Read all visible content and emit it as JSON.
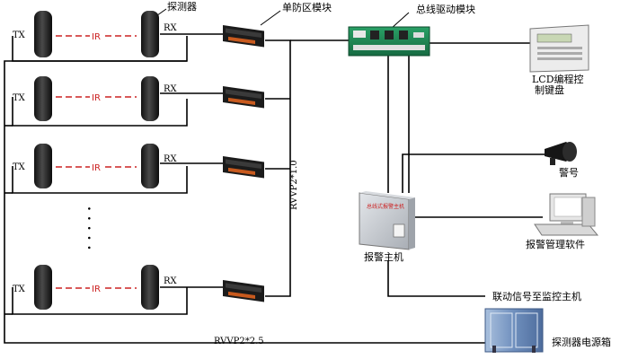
{
  "labels": {
    "detector": "探测器",
    "single_zone_module": "单防区模块",
    "bus_driver_module": "总线驱动模块",
    "lcd_keyboard": [
      "LCD编程控",
      "制键盘"
    ],
    "alarm_horn": "警号",
    "alarm_software": "报警管理软件",
    "alarm_host": "报警主机",
    "linkage_signal": "联动信号至监控主机",
    "detector_power_box": "探测器电源箱",
    "bus_cable": "RVVP2*1.0",
    "power_cable": "RVVP2*2.5",
    "host_panel_text": "总线式报警主机"
  },
  "detector_rows": [
    {
      "tx": "TX",
      "ir": "IR",
      "rx": "RX"
    },
    {
      "tx": "TX",
      "ir": "IR",
      "rx": "RX"
    },
    {
      "tx": "TX",
      "ir": "IR",
      "rx": "RX"
    },
    {
      "tx": "TX",
      "ir": "IR",
      "rx": "RX"
    }
  ],
  "ellipsis": ".....",
  "colors": {
    "ir_beam": "#cc2222",
    "line": "#000000",
    "pcb_green": "#1f8a55",
    "host_box": "#c8ccd1",
    "power_box": "#7d9bc4"
  },
  "icons": [
    "detector-tx-icon",
    "detector-rx-icon",
    "zone-module-icon",
    "bus-driver-board-icon",
    "lcd-keyboard-icon",
    "horn-icon",
    "computer-icon",
    "alarm-host-icon",
    "power-box-icon"
  ]
}
